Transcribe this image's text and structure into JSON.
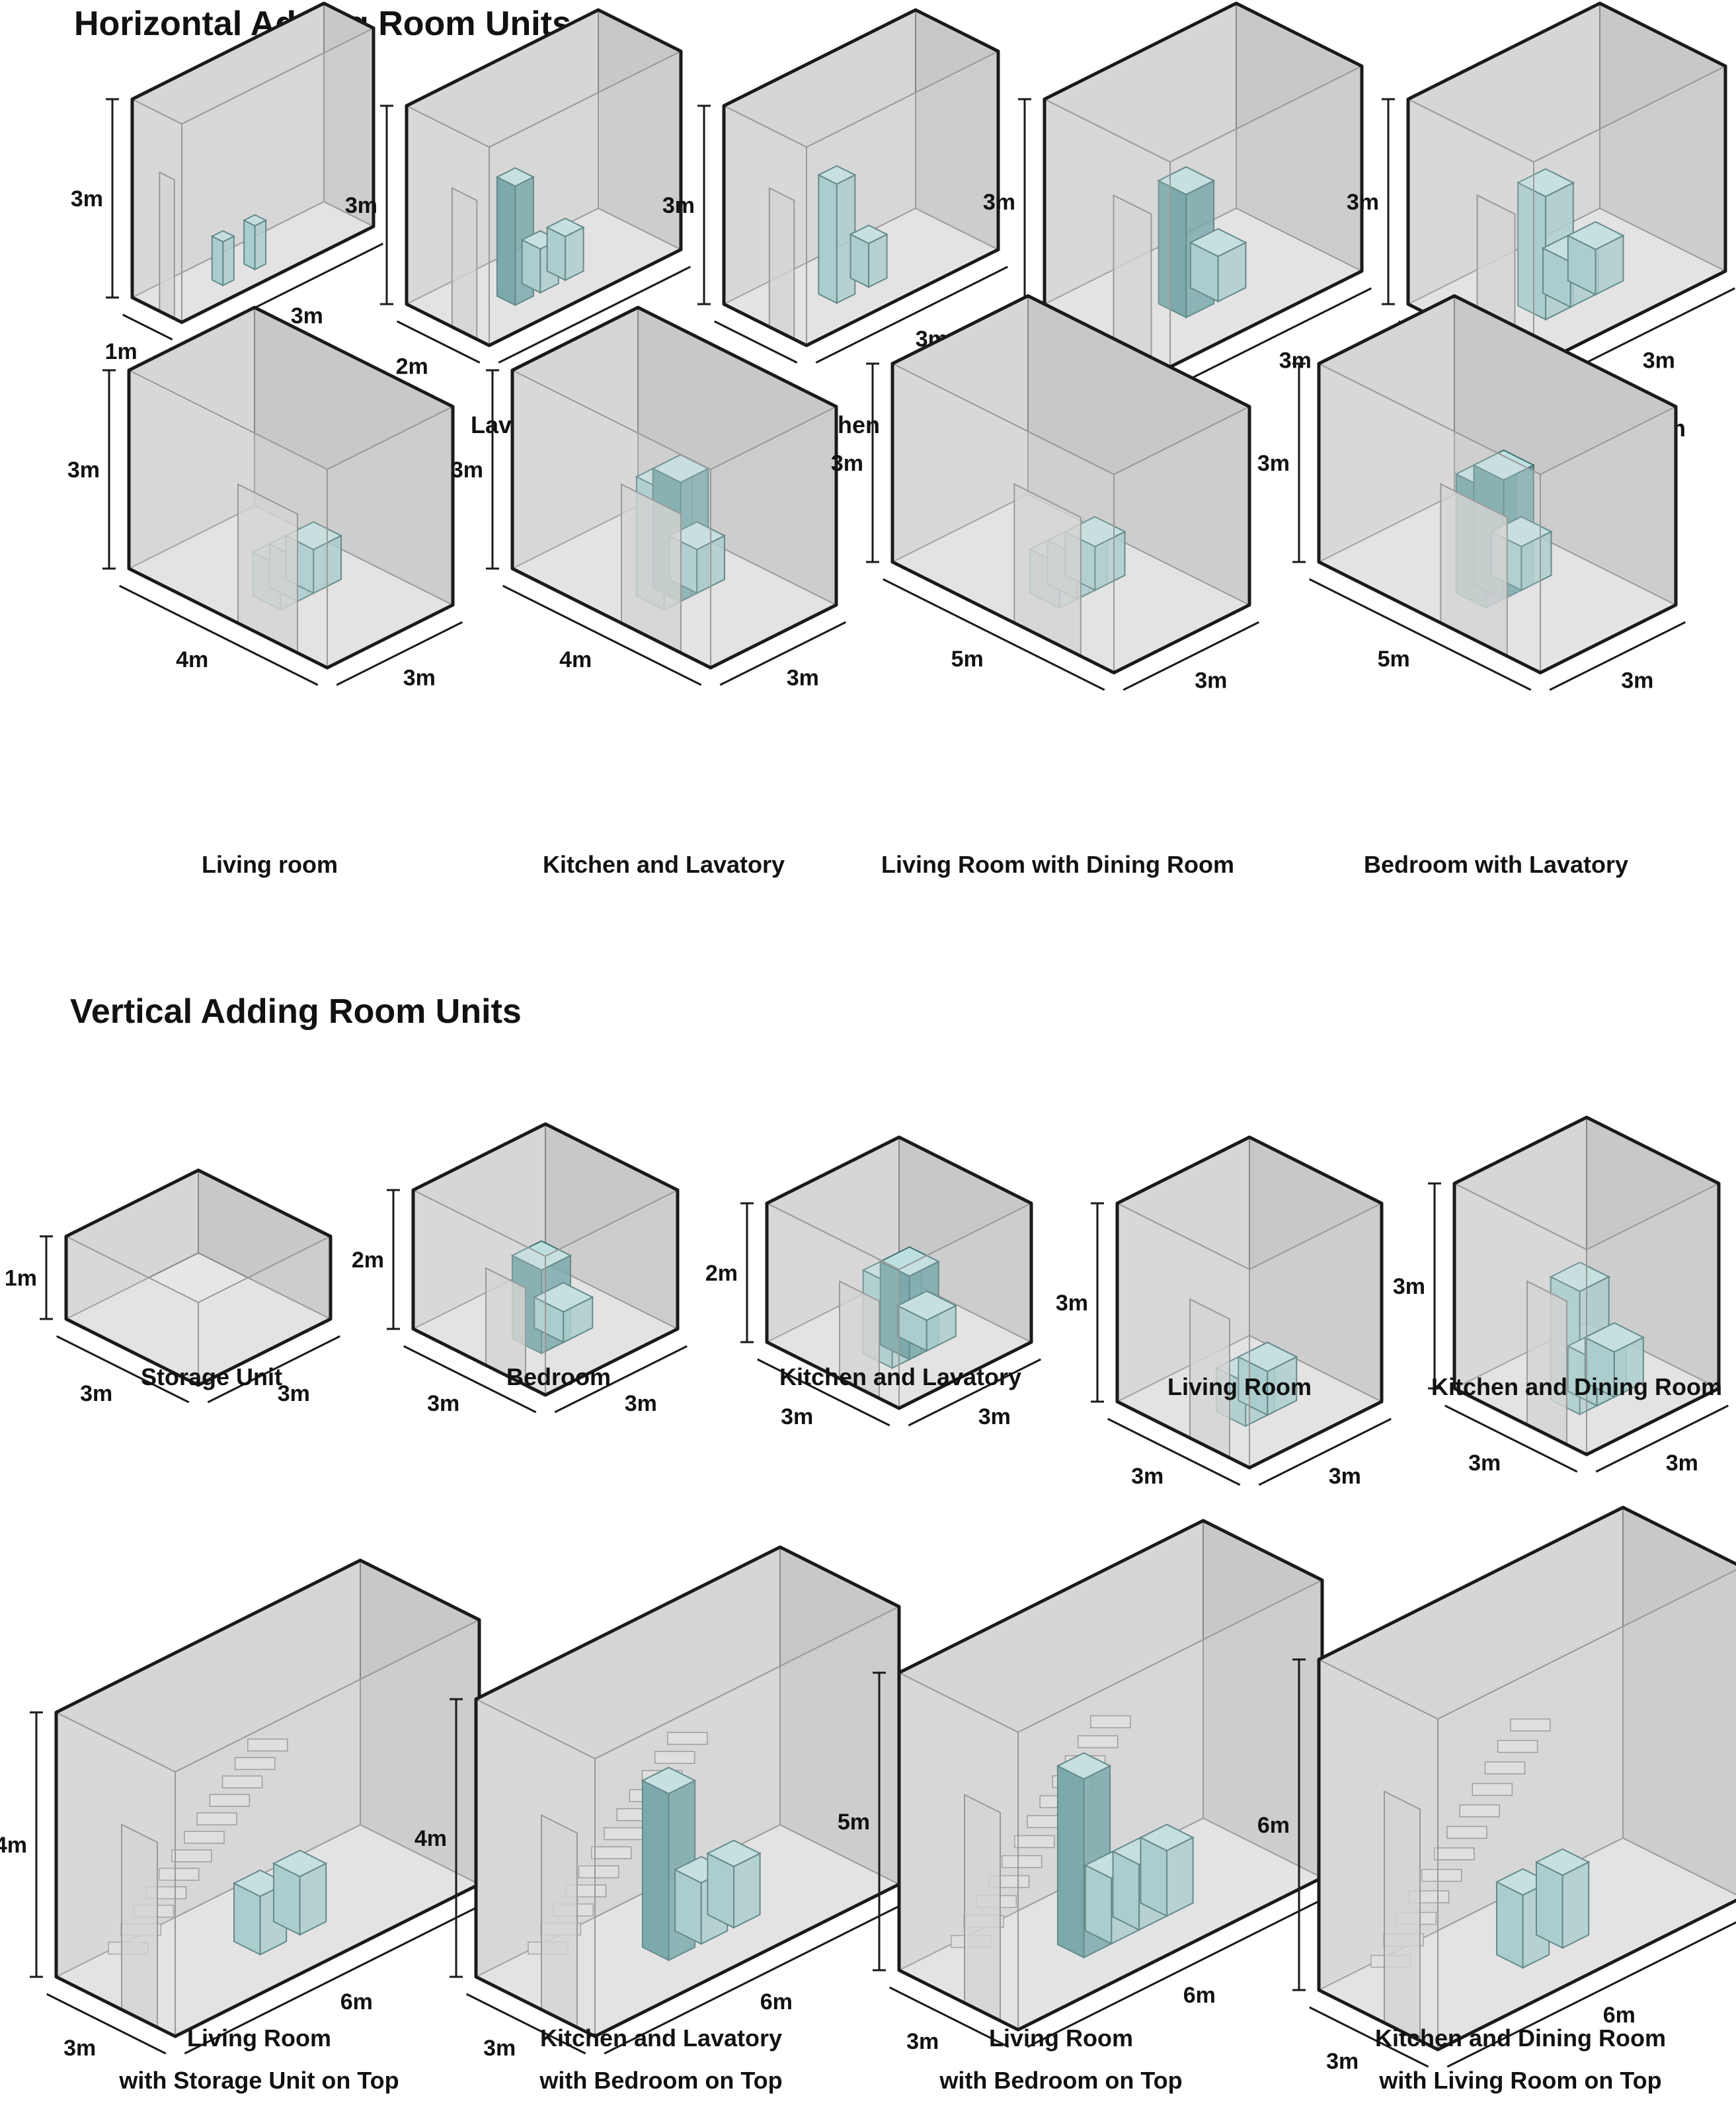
{
  "sections": [
    {
      "title": "Horizontal Adding Room Units"
    },
    {
      "title": "Vertical Adding Room Units"
    }
  ],
  "colors": {
    "furniture": "#9dc9c9",
    "furniture_dark": "#5d9a9c",
    "wall": "#c8c8c8",
    "edge": "#1a1a1a",
    "floor": "#e6e6e6"
  },
  "units": [
    {
      "title": [
        "Balcony"
      ],
      "width": "1m",
      "depth": "3m",
      "height": "3m",
      "furniture": [
        "chair-icon",
        "table-icon",
        "door-icon"
      ]
    },
    {
      "title": [
        "Lavatory"
      ],
      "width": "2m",
      "depth": "3m",
      "height": "3m",
      "furniture": [
        "shower-icon",
        "sink-icon",
        "toilet-icon",
        "door-icon"
      ]
    },
    {
      "title": [
        "Kitchen"
      ],
      "width": "2m",
      "depth": "3m",
      "height": "3m",
      "furniture": [
        "fridge-icon",
        "counter-icon",
        "door-icon"
      ]
    },
    {
      "title": [
        "Bedroom"
      ],
      "width": "3m",
      "depth": "3m",
      "height": "3m",
      "furniture": [
        "wardrobe-icon",
        "bed-icon",
        "door-icon"
      ]
    },
    {
      "title": [
        "Kitchen and Dining Room"
      ],
      "width": "3m",
      "depth": "3m",
      "height": "3m",
      "furniture": [
        "fridge-icon",
        "counter-icon",
        "table-icon",
        "door-icon"
      ]
    },
    {
      "title": [
        "Living room"
      ],
      "width": "4m",
      "depth": "3m",
      "height": "3m",
      "furniture": [
        "sofa-icon",
        "armchair-icon",
        "table-icon",
        "door-icon"
      ]
    },
    {
      "title": [
        "Kitchen and Lavatory"
      ],
      "width": "4m",
      "depth": "3m",
      "height": "3m",
      "furniture": [
        "fridge-icon",
        "shower-icon",
        "toilet-icon",
        "door-icon"
      ]
    },
    {
      "title": [
        "Living Room with Dining Room"
      ],
      "width": "5m",
      "depth": "3m",
      "height": "3m",
      "furniture": [
        "table-icon",
        "sofa-icon",
        "armchair-icon",
        "door-icon"
      ]
    },
    {
      "title": [
        "Bedroom with Lavatory"
      ],
      "width": "5m",
      "depth": "3m",
      "height": "3m",
      "furniture": [
        "shower-icon",
        "wardrobe-icon",
        "bed-icon",
        "door-icon"
      ]
    },
    {
      "title": [
        "Storage Unit"
      ],
      "width": "3m",
      "depth": "3m",
      "height": "1m",
      "furniture": []
    },
    {
      "title": [
        "Bedroom"
      ],
      "width": "3m",
      "depth": "3m",
      "height": "2m",
      "furniture": [
        "wardrobe-icon",
        "bed-icon",
        "door-icon"
      ]
    },
    {
      "title": [
        "Kitchen and Lavatory"
      ],
      "width": "3m",
      "depth": "3m",
      "height": "2m",
      "furniture": [
        "fridge-icon",
        "shower-icon",
        "toilet-icon",
        "door-icon"
      ]
    },
    {
      "title": [
        "Living Room"
      ],
      "width": "3m",
      "depth": "3m",
      "height": "3m",
      "furniture": [
        "sofa-icon",
        "table-icon",
        "door-icon"
      ]
    },
    {
      "title": [
        "Kitchen and Dining Room"
      ],
      "width": "3m",
      "depth": "3m",
      "height": "3m",
      "furniture": [
        "fridge-icon",
        "counter-icon",
        "table-icon",
        "door-icon"
      ]
    },
    {
      "title": [
        "Living Room",
        "with Storage Unit on Top"
      ],
      "width": "3m",
      "depth": "6m",
      "height": "4m",
      "furniture": [
        "stairs-icon",
        "sofa-icon",
        "table-icon",
        "door-icon"
      ]
    },
    {
      "title": [
        "Kitchen and Lavatory",
        "with Bedroom on Top"
      ],
      "width": "3m",
      "depth": "6m",
      "height": "4m",
      "furniture": [
        "stairs-icon",
        "wardrobe-icon",
        "bed-icon",
        "table-icon",
        "door-icon"
      ]
    },
    {
      "title": [
        "Living Room",
        "with Bedroom on Top"
      ],
      "width": "3m",
      "depth": "6m",
      "height": "5m",
      "furniture": [
        "stairs-icon",
        "wardrobe-icon",
        "bed-icon",
        "sofa-icon",
        "table-icon",
        "door-icon"
      ]
    },
    {
      "title": [
        "Kitchen and Dining Room",
        "with Living Room on Top"
      ],
      "width": "3m",
      "depth": "6m",
      "height": "6m",
      "furniture": [
        "stairs-icon",
        "sofa-icon",
        "table-icon",
        "door-icon"
      ]
    }
  ]
}
